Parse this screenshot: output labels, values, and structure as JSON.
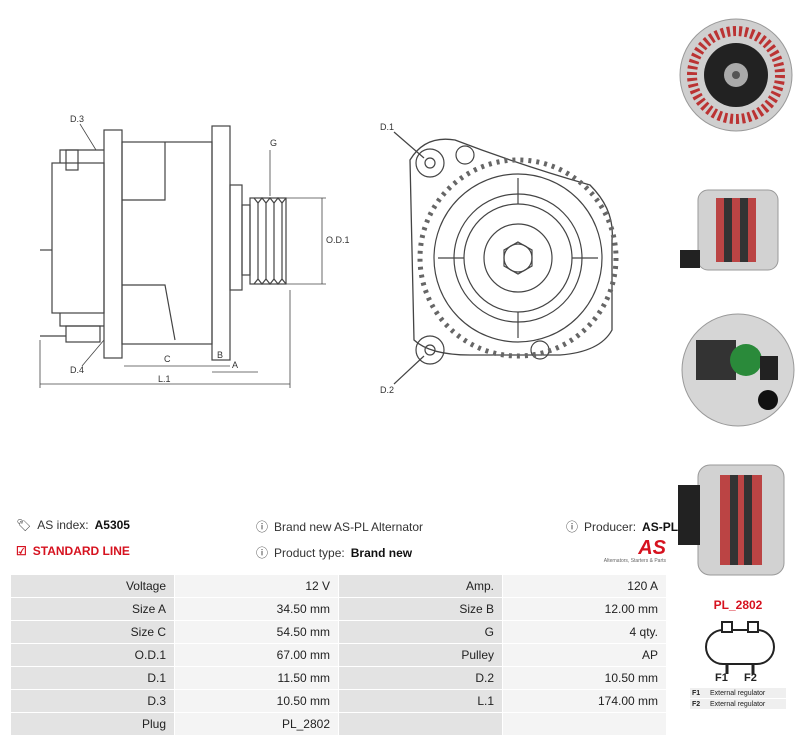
{
  "drawing_labels": {
    "d3": "D.3",
    "d4": "D.4",
    "g": "G",
    "od1": "O.D.1",
    "c": "C",
    "b": "B",
    "a": "A",
    "l1": "L.1",
    "d1": "D.1",
    "d2": "D.2"
  },
  "info": {
    "as_index_label": "AS index:",
    "as_index_value": "A5305",
    "standard_line": "STANDARD LINE",
    "brand_new_text": "Brand new AS-PL Alternator",
    "product_type_label": "Product type:",
    "product_type_value": "Brand new",
    "producer_label": "Producer:",
    "producer_value": "AS-PL",
    "logo_text": "AS",
    "logo_tagline": "Alternators, Starters & Parts"
  },
  "specs": [
    {
      "label": "Voltage",
      "value": "12 V",
      "label2": "Amp.",
      "value2": "120 A"
    },
    {
      "label": "Size A",
      "value": "34.50 mm",
      "label2": "Size B",
      "value2": "12.00 mm"
    },
    {
      "label": "Size C",
      "value": "54.50 mm",
      "label2": "G",
      "value2": "4 qty."
    },
    {
      "label": "O.D.1",
      "value": "67.00 mm",
      "label2": "Pulley",
      "value2": "AP"
    },
    {
      "label": "D.1",
      "value": "11.50 mm",
      "label2": "D.2",
      "value2": "10.50 mm"
    },
    {
      "label": "D.3",
      "value": "10.50 mm",
      "label2": "L.1",
      "value2": "174.00 mm"
    },
    {
      "label": "Plug",
      "value": "PL_2802",
      "label2": "",
      "value2": ""
    }
  ],
  "plug": {
    "title": "PL_2802",
    "f1": "F1",
    "f2": "F2",
    "legend": [
      {
        "key": "F1",
        "desc": "External regulator"
      },
      {
        "key": "F2",
        "desc": "External regulator"
      }
    ]
  },
  "colors": {
    "accent": "#d6121f",
    "label_bg": "#e3e3e3",
    "value_bg": "#f4f4f4"
  }
}
